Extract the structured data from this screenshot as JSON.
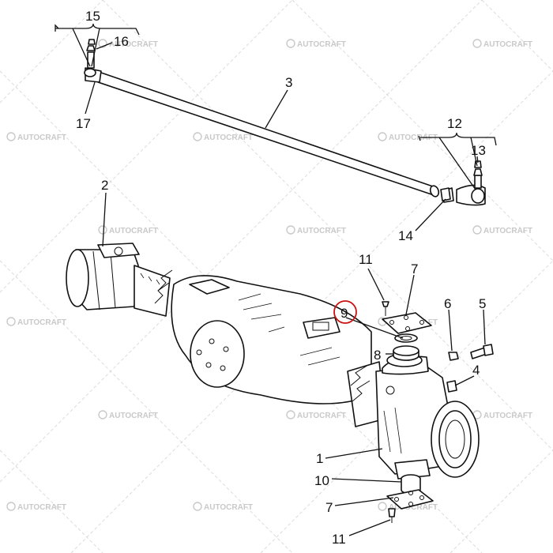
{
  "watermark": {
    "text": "AUTOCRAFT"
  },
  "callouts": [
    {
      "id": "c15",
      "label": "15"
    },
    {
      "id": "c16",
      "label": "16"
    },
    {
      "id": "c3",
      "label": "3"
    },
    {
      "id": "c17",
      "label": "17"
    },
    {
      "id": "c12",
      "label": "12"
    },
    {
      "id": "c13",
      "label": "13"
    },
    {
      "id": "c2",
      "label": "2"
    },
    {
      "id": "c14",
      "label": "14"
    },
    {
      "id": "c11a",
      "label": "11"
    },
    {
      "id": "c7a",
      "label": "7"
    },
    {
      "id": "c6",
      "label": "6"
    },
    {
      "id": "c5",
      "label": "5"
    },
    {
      "id": "c9",
      "label": "9"
    },
    {
      "id": "c8",
      "label": "8"
    },
    {
      "id": "c4",
      "label": "4"
    },
    {
      "id": "c1",
      "label": "1"
    },
    {
      "id": "c10",
      "label": "10"
    },
    {
      "id": "c7b",
      "label": "7"
    },
    {
      "id": "c11b",
      "label": "11"
    }
  ],
  "highlight": {
    "label": "9",
    "color": "#cc1111"
  }
}
